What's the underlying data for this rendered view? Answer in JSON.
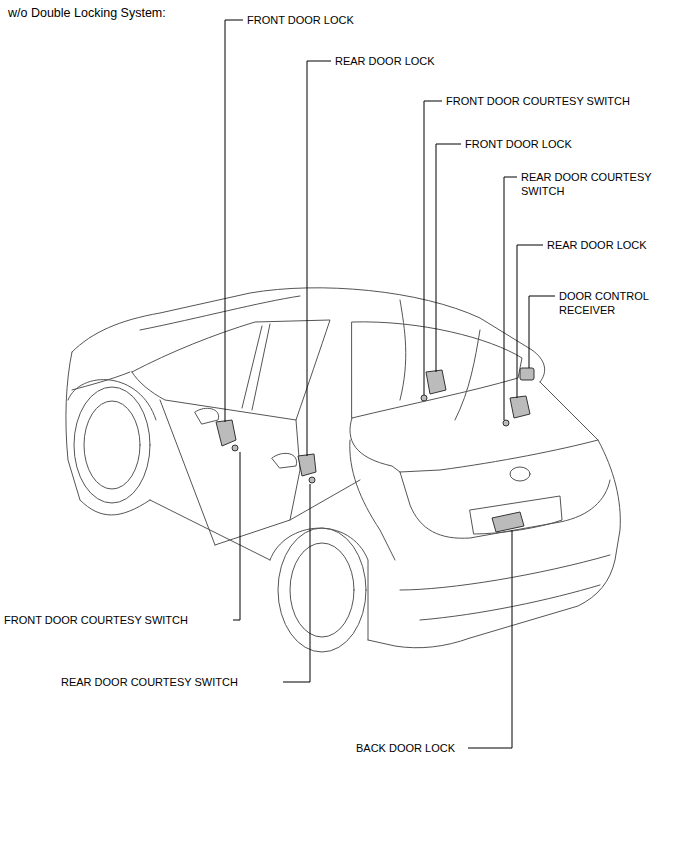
{
  "diagram": {
    "title": "w/o Double Locking System:",
    "labels": [
      "FRONT DOOR LOCK",
      "REAR DOOR LOCK",
      "FRONT DOOR COURTESY SWITCH",
      "FRONT DOOR LOCK",
      "REAR DOOR COURTESY SWITCH",
      "REAR DOOR LOCK",
      "DOOR CONTROL RECEIVER",
      "FRONT DOOR COURTESY SWITCH",
      "REAR DOOR COURTESY SWITCH",
      "BACK DOOR LOCK"
    ]
  }
}
